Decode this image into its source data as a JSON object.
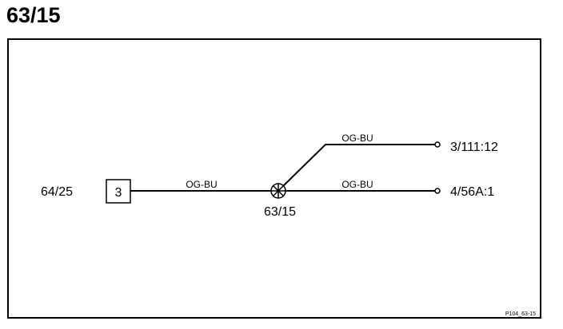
{
  "title": "63/15",
  "source_label": "64/25",
  "connector_number": "3",
  "splice_label": "63/15",
  "wires": {
    "main": "OG-BU",
    "upper_branch": "OG-BU",
    "lower_branch": "OG-BU"
  },
  "terminals": {
    "upper": "3/111:12",
    "lower": "4/56A:1"
  },
  "figure_ref": "P104_63-15",
  "colors": {
    "line": "#000000",
    "background": "#ffffff"
  }
}
